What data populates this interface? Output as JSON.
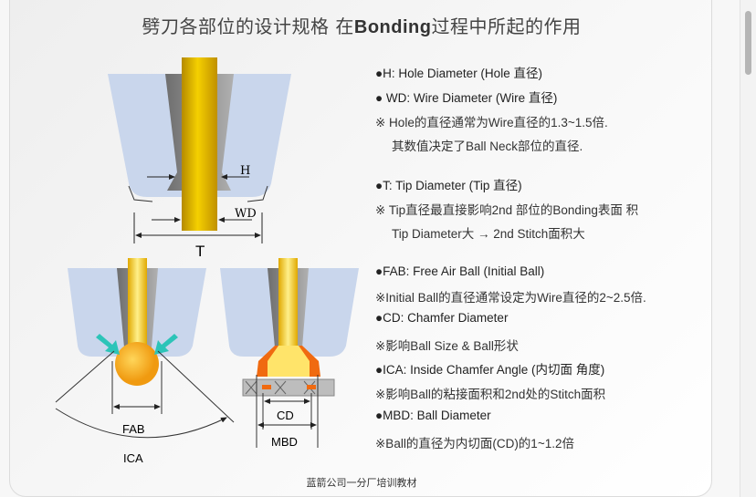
{
  "slide": {
    "title_cn_1": "劈刀各部位的设计规格 在",
    "title_bold": "Bonding",
    "title_cn_2": "过程中所起的作用",
    "footer": "蓝箭公司一分厂培训教材"
  },
  "diagram_labels": {
    "h": "H",
    "wd": "WD",
    "t": "T",
    "fab": "FAB",
    "ica": "ICA",
    "cd": "CD",
    "mbd": "MBD"
  },
  "descriptions": [
    {
      "text": "●H: Hole Diameter   (Hole 直径)"
    },
    {
      "text": "● WD: Wire Diameter   (Wire 直径)"
    },
    {
      "text": "※ Hole的直径通常为Wire直径的1.3~1.5倍."
    },
    {
      "text": "   其数值决定了Ball Neck部位的直径."
    },
    {
      "text": "●T: Tip Diameter   (Tip 直径)"
    },
    {
      "text": "※ Tip直径最直接影响2nd 部位的Bonding表面 积"
    },
    {
      "text": "   Tip Diameter大 → 2nd Stitch面积大"
    },
    {
      "text": "●FAB: Free Air Ball  (Initial Ball)"
    },
    {
      "text": "※Initial Ball的直径通常设定为Wire直径的2~2.5倍."
    },
    {
      "text": "●CD: Chamfer Diameter"
    },
    {
      "text": "※影响Ball Size & Ball形状"
    },
    {
      "text": "●ICA: Inside Chamfer Angle  (内切面 角度)"
    },
    {
      "text": "※影响Ball的粘接面积和2nd处的Stitch面积"
    },
    {
      "text": "●MBD: Ball Diameter"
    },
    {
      "text": "※Ball的直径为内切面(CD)的1~1.2倍"
    }
  ],
  "colors": {
    "wire": "#e0b000",
    "capillary": "#c9d8ec",
    "cone": "#8a8a8a",
    "ball": "#f5a623",
    "arrow": "#2cc4b8"
  }
}
